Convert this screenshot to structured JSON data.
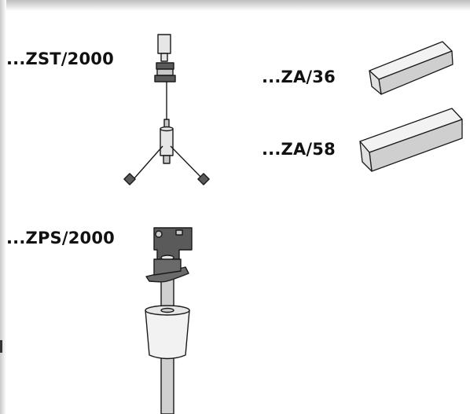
{
  "labels": {
    "zst": "...ZST/2000",
    "za36": "...ZA/36",
    "za58": "...ZA/58",
    "zps": "...ZPS/2000"
  },
  "colors": {
    "line": "#1a1a1a",
    "light_fill": "#e6e6e6",
    "mid_fill": "#c8c8c8",
    "dark_fill": "#5a5a5a",
    "shadow": "#d8d8d8"
  }
}
